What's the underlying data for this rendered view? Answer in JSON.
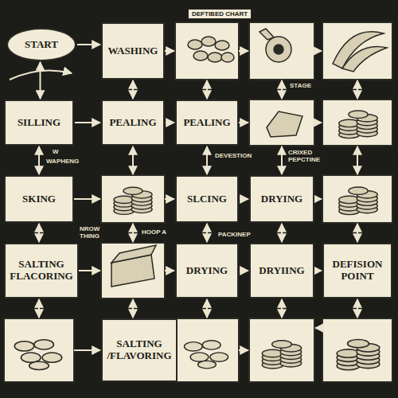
{
  "diagram": {
    "title": "DEFTIBED CHART",
    "nodes": [
      {
        "text": [
          "START"
        ]
      },
      {
        "text": [
          "WASHING"
        ]
      },
      {
        "text": [
          "SILLING"
        ]
      },
      {
        "text": [
          "PEALING"
        ]
      },
      {
        "text": [
          "PEALING"
        ]
      },
      {
        "text": [
          "SKING"
        ]
      },
      {
        "text": [
          "SLCING"
        ]
      },
      {
        "text": [
          "DRYING"
        ]
      },
      {
        "text": [
          "SALTING FLACORING"
        ]
      },
      {
        "text": [
          "DRYING"
        ]
      },
      {
        "text": [
          "DRYIING"
        ]
      },
      {
        "text": [
          "DEFISION POINT"
        ]
      },
      {
        "text": [
          "SALTING /FLAVORING"
        ]
      }
    ],
    "edges": [
      {
        "from": 0,
        "to": 1,
        "arrow": "to"
      },
      {
        "from": 0,
        "to": 2,
        "arrow": "both"
      },
      {
        "from": 1,
        "to": 3,
        "arrow": "both"
      },
      {
        "from": 2,
        "to": 3,
        "arrow": "to"
      },
      {
        "from": 3,
        "to": 4,
        "arrow": "to"
      },
      {
        "from": 2,
        "to": 5,
        "arrow": "both"
      },
      {
        "from": 4,
        "to": 6,
        "arrow": "both"
      },
      {
        "from": 6,
        "to": 7,
        "arrow": "to"
      },
      {
        "from": 5,
        "to": 8,
        "arrow": "both"
      },
      {
        "from": 6,
        "to": 9,
        "arrow": "both"
      },
      {
        "from": 7,
        "to": 10,
        "arrow": "both"
      },
      {
        "from": 9,
        "to": 10,
        "arrow": "to"
      },
      {
        "from": 10,
        "to": 11,
        "arrow": "to"
      }
    ],
    "labels": [
      "STAGE",
      "W",
      "WAPHENG",
      "DEVESTION",
      "CRIXED PEPCTINE",
      "NROW THING",
      "HOOP A",
      "PACKINEP"
    ]
  }
}
